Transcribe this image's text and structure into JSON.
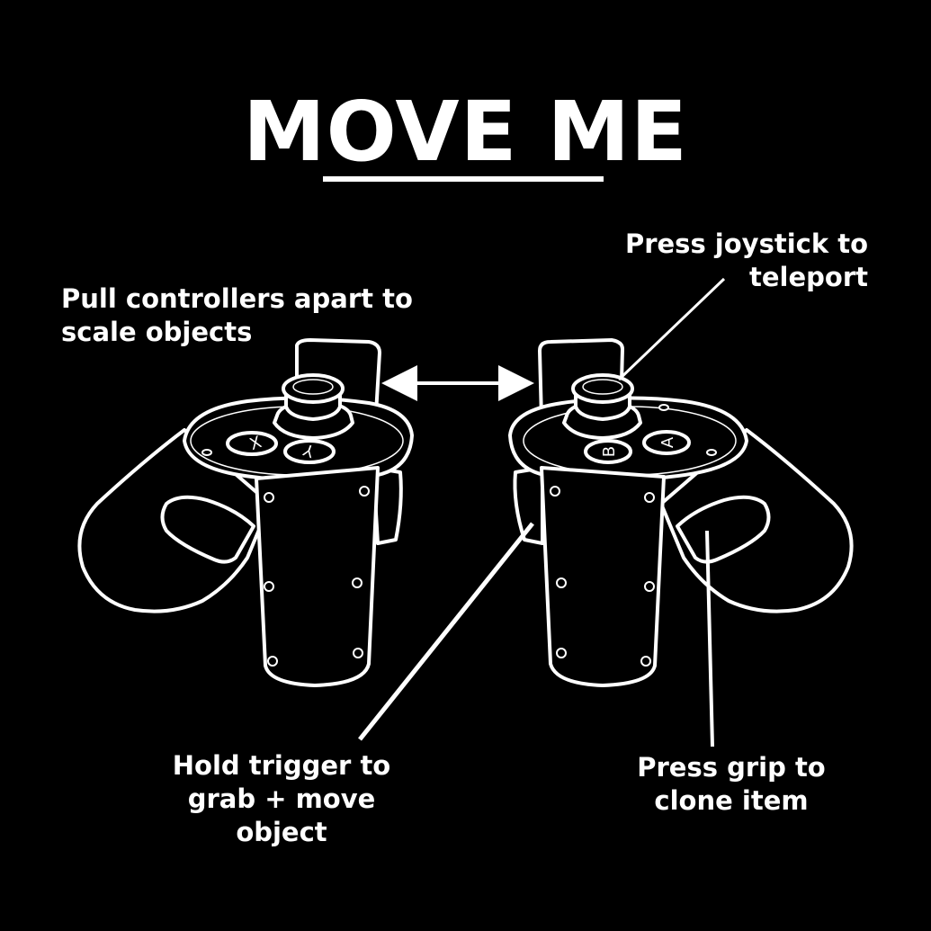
{
  "title": "MOVE ME",
  "labels": {
    "scale": "Pull controllers apart to\nscale objects",
    "teleport": "Press joystick to\nteleport",
    "trigger": "Hold trigger to\ngrab + move\nobject",
    "grip": "Press grip to\nclone item"
  },
  "buttons": {
    "left": [
      "X",
      "Y"
    ],
    "right": [
      "B",
      "A"
    ]
  },
  "colors": {
    "background": "#000000",
    "foreground": "#ffffff"
  }
}
